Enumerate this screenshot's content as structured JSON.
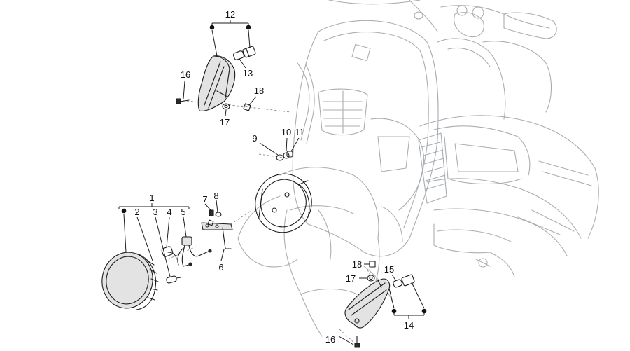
{
  "callouts": [
    {
      "id": "c1",
      "label": "1"
    },
    {
      "id": "c2",
      "label": "2"
    },
    {
      "id": "c3",
      "label": "3"
    },
    {
      "id": "c4",
      "label": "4"
    },
    {
      "id": "c5",
      "label": "5"
    },
    {
      "id": "c6",
      "label": "6"
    },
    {
      "id": "c7",
      "label": "7"
    },
    {
      "id": "c8",
      "label": "8"
    },
    {
      "id": "c9",
      "label": "9"
    },
    {
      "id": "c10",
      "label": "10"
    },
    {
      "id": "c11",
      "label": "11"
    },
    {
      "id": "c12",
      "label": "12"
    },
    {
      "id": "c13",
      "label": "13"
    },
    {
      "id": "c14",
      "label": "14"
    },
    {
      "id": "c15",
      "label": "15"
    },
    {
      "id": "c16a",
      "label": "16"
    },
    {
      "id": "c16b",
      "label": "16"
    },
    {
      "id": "c17a",
      "label": "17"
    },
    {
      "id": "c17b",
      "label": "17"
    },
    {
      "id": "c18a",
      "label": "18"
    },
    {
      "id": "c18b",
      "label": "18"
    }
  ],
  "colors": {
    "line": "#1c1c1c",
    "scooter_outline": "#a9adb2",
    "background": "#ffffff"
  }
}
